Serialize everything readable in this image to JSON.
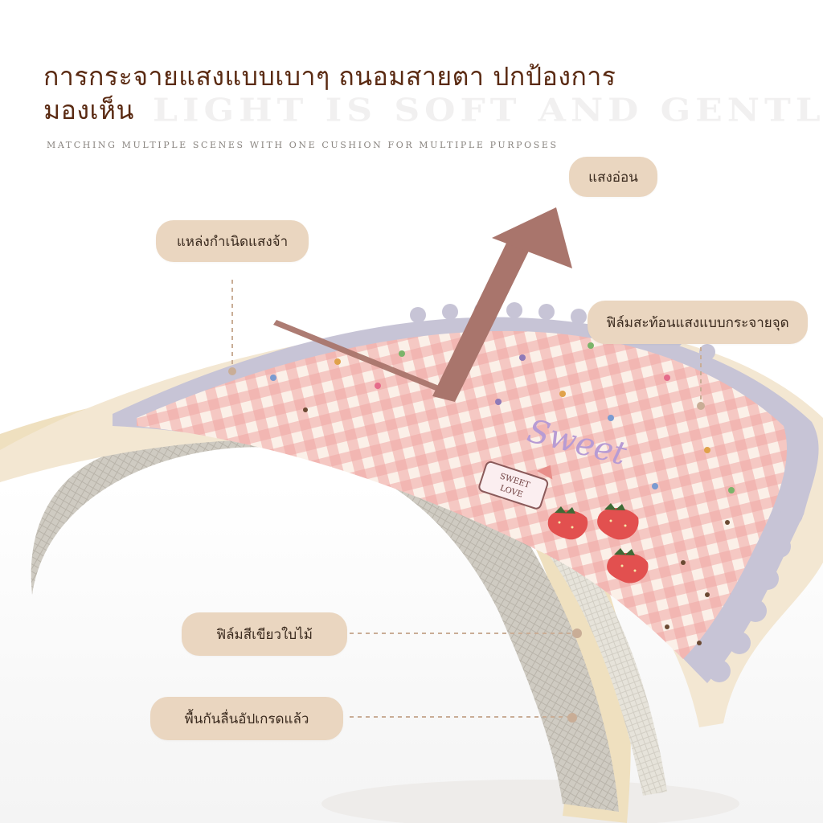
{
  "header": {
    "title": "การกระจายแสงแบบเบาๆ ถนอมสายตา ปกป้องการมองเห็น",
    "ghost_text": "LIGHT IS SOFT AND GENTLE",
    "subtitle": "MATCHING MULTIPLE SCENES WITH ONE CUSHION FOR MULTIPLE PURPOSES"
  },
  "labels": {
    "soft_light": "แสงอ่อน",
    "strong_light_source": "แหล่งกำเนิดแสงจ้า",
    "diffuse_reflection_film": "ฟิล์มสะท้อนแสงแบบกระจายจุด",
    "green_leaf_film": "ฟิล์มสีเขียวใบไม้",
    "upgraded_non_slip_base": "พื้นกันลื่นอัปเกรดแล้ว"
  },
  "mat_print": {
    "word": "Sweet",
    "tag_line1": "SWEET",
    "tag_line2": "LOVE"
  },
  "colors": {
    "title": "#5a2a12",
    "pill_bg": "#ead6c0",
    "arrow": "#a9756c",
    "gingham": "#f0a8a4",
    "scallop_border": "#c7c4d6",
    "strawberry": "#e2504f",
    "mat_cream": "#f3e7d2"
  },
  "icons": [
    "up-right-arrow-icon",
    "strawberry-icon",
    "candy-tag-icon"
  ]
}
